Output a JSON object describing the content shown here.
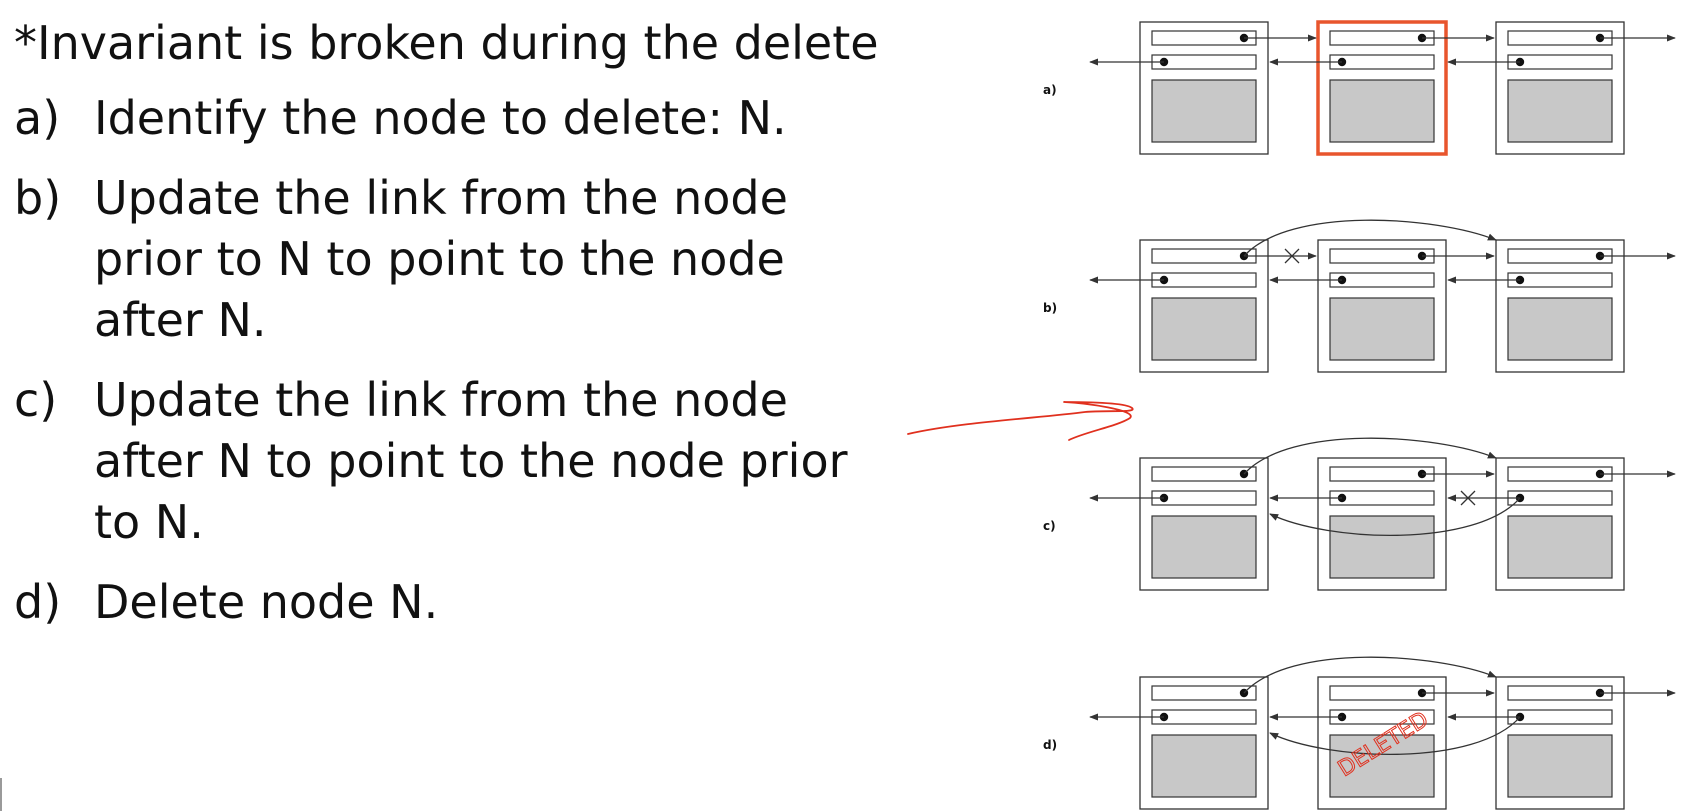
{
  "heading": "*Invariant is broken during the delete",
  "steps": [
    {
      "letter": "a)",
      "lines": [
        "Identify the node to delete: N."
      ]
    },
    {
      "letter": "b)",
      "lines": [
        "Update the link from the node",
        "prior to N to point to the node",
        "after N."
      ]
    },
    {
      "letter": "c)",
      "lines": [
        "Update the link from the node",
        "after N to point to the node prior",
        "to N."
      ]
    },
    {
      "letter": "d)",
      "lines": [
        "Delete node N."
      ]
    }
  ],
  "diagram": {
    "panels": [
      {
        "label": "a)",
        "highlight_middle": true
      },
      {
        "label": "b)",
        "cut_next_link": true,
        "new_next_link": true
      },
      {
        "label": "c)",
        "cut_prev_link": true,
        "new_next_link": true,
        "new_prev_link": true
      },
      {
        "label": "d)",
        "new_next_link": true,
        "new_prev_link": true,
        "deleted_middle": true
      }
    ],
    "deleted_stamp": "DELETED",
    "colors": {
      "highlight": "#e8552d",
      "annotation": "#e0301e",
      "node_fill": "#c8c8c8",
      "line": "#333333"
    }
  }
}
